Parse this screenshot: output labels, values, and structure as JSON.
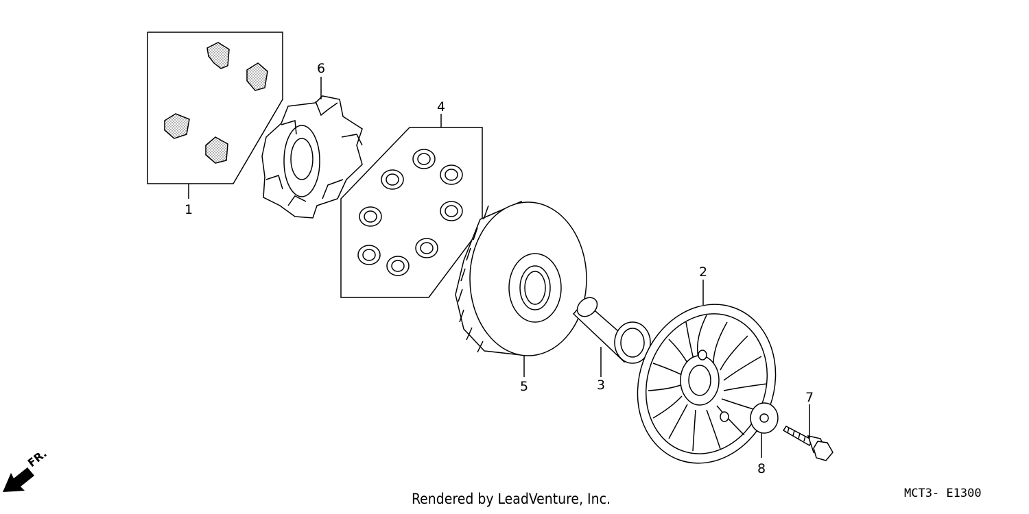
{
  "diagram": {
    "code": "MCT3- E1300",
    "credit": "Rendered by LeadVenture, Inc.",
    "direction": "FR.",
    "callouts": [
      {
        "id": "c1",
        "label": "1"
      },
      {
        "id": "c2",
        "label": "2"
      },
      {
        "id": "c3",
        "label": "3"
      },
      {
        "id": "c4",
        "label": "4"
      },
      {
        "id": "c5",
        "label": "5"
      },
      {
        "id": "c6",
        "label": "6"
      },
      {
        "id": "c7",
        "label": "7"
      },
      {
        "id": "c8",
        "label": "8"
      }
    ]
  }
}
